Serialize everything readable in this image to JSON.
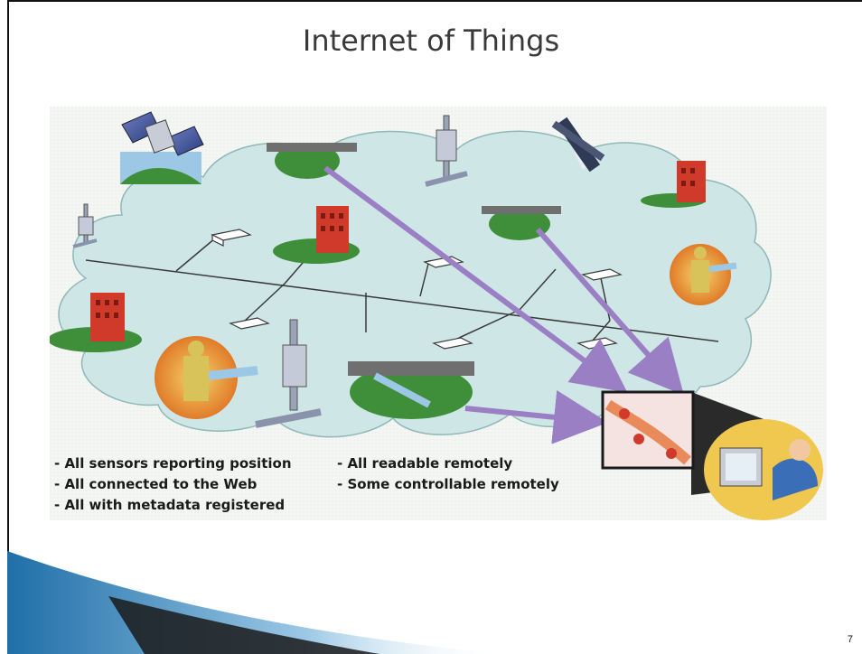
{
  "slide": {
    "title": "Internet of Things",
    "page_number": "7"
  },
  "figure": {
    "bullets_left": [
      "- All sensors reporting position",
      "- All connected to the Web",
      "- All with metadata registered"
    ],
    "bullets_right": [
      "- All readable remotely",
      "- Some controllable remotely"
    ],
    "icons": [
      "satellite-icon",
      "weather-station-icon",
      "bridge-sensor-icon",
      "factory-icon",
      "firefighter-icon",
      "uav-icon",
      "network-node-icon",
      "monitoring-map-icon",
      "operator-workstation-icon"
    ],
    "colors": {
      "cloud": "#cfe6e6",
      "arrow": "#9a7fc4",
      "accent_red": "#d03a2a",
      "ground_green": "#3f8f3a",
      "swoosh_blue": "#1f6fa8"
    }
  }
}
